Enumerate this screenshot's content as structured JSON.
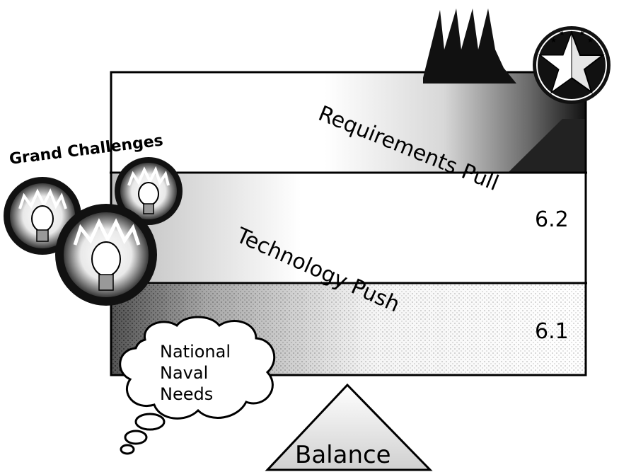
{
  "diagram": {
    "grand_challenges": "Grand Challenges",
    "requirements_pull": "Requirements Pull",
    "technology_push": "Technology Push",
    "level_62": "6.2",
    "level_61": "6.1",
    "cloud_line1": "National",
    "cloud_line2": "Naval",
    "cloud_line3": "Needs",
    "balance": "Balance"
  },
  "colors": {
    "ink": "#000000",
    "background": "#ffffff"
  },
  "icons": [
    "lightbulb-icon",
    "star-emblem-icon",
    "spike-peaks-icon",
    "thought-cloud-icon"
  ]
}
